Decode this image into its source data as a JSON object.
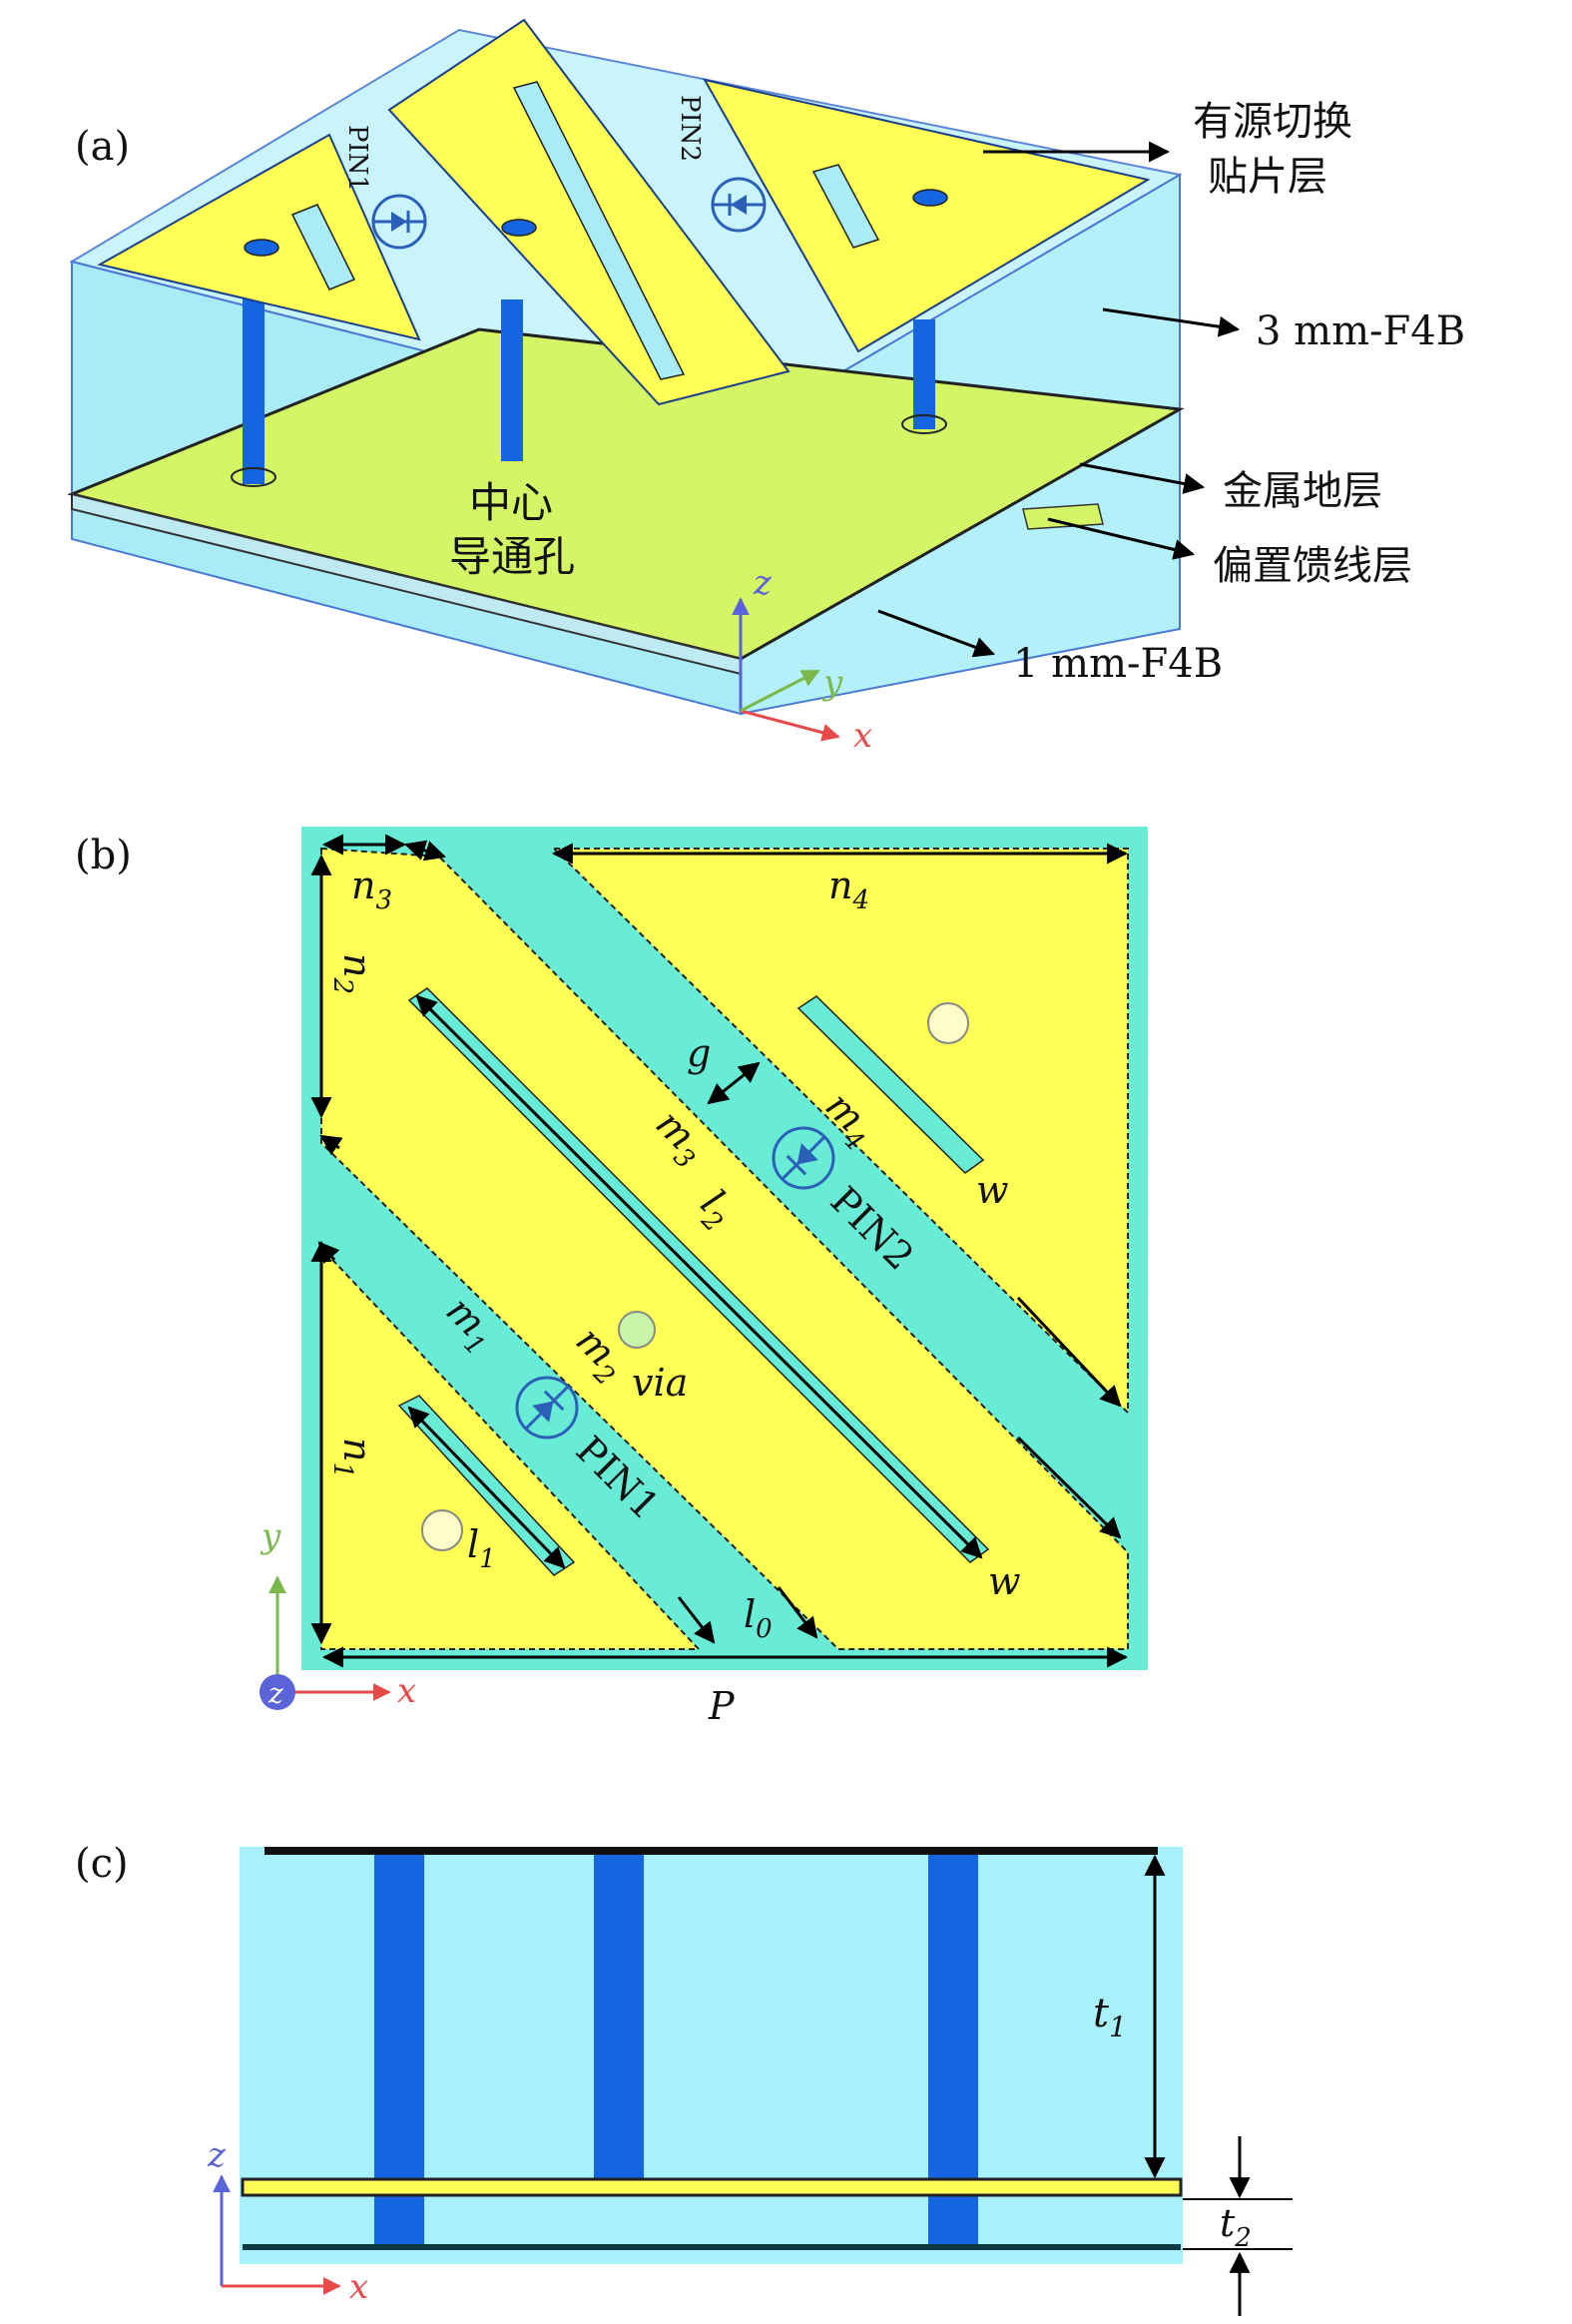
{
  "panel_a": {
    "tag": "(a)",
    "label_patch_layer_1": "有源切换",
    "label_patch_layer_2": "贴片层",
    "label_top_substrate": "3 mm-F4B",
    "label_ground": "金属地层",
    "label_bias_layer": "偏置馈线层",
    "label_bottom_substrate": "1 mm-F4B",
    "label_via_1": "中心",
    "label_via_2": "导通孔",
    "pin1": "PIN1",
    "pin2": "PIN2",
    "axis_x": "x",
    "axis_y": "y",
    "axis_z": "z"
  },
  "panel_b": {
    "tag": "(b)",
    "n1": "n",
    "n1_sub": "1",
    "n2": "n",
    "n2_sub": "2",
    "n3": "n",
    "n3_sub": "3",
    "n4": "n",
    "n4_sub": "4",
    "m1": "m",
    "m1_sub": "1",
    "m2": "m",
    "m2_sub": "2",
    "m3": "m",
    "m3_sub": "3",
    "m4": "m",
    "m4_sub": "4",
    "l0": "l",
    "l0_sub": "0",
    "l1": "l",
    "l1_sub": "1",
    "l2": "l",
    "l2_sub": "2",
    "g": "g",
    "w": "w",
    "via": "via",
    "P": "P",
    "pin1": "PIN1",
    "pin2": "PIN2",
    "axis_x": "x",
    "axis_y": "y",
    "axis_z": "z"
  },
  "panel_c": {
    "tag": "(c)",
    "t1": "t",
    "t1_sub": "1",
    "t2": "t",
    "t2_sub": "2",
    "axis_x": "x",
    "axis_z": "z"
  },
  "colors": {
    "patch": "#ffff55",
    "substrate": "#a8f0fb",
    "ground": "#d4f566",
    "slot": "#69ecd6",
    "via": "#1565e0",
    "axis_x": "#e84a4a",
    "axis_y": "#7ab84c",
    "axis_z": "#5a63d8"
  }
}
